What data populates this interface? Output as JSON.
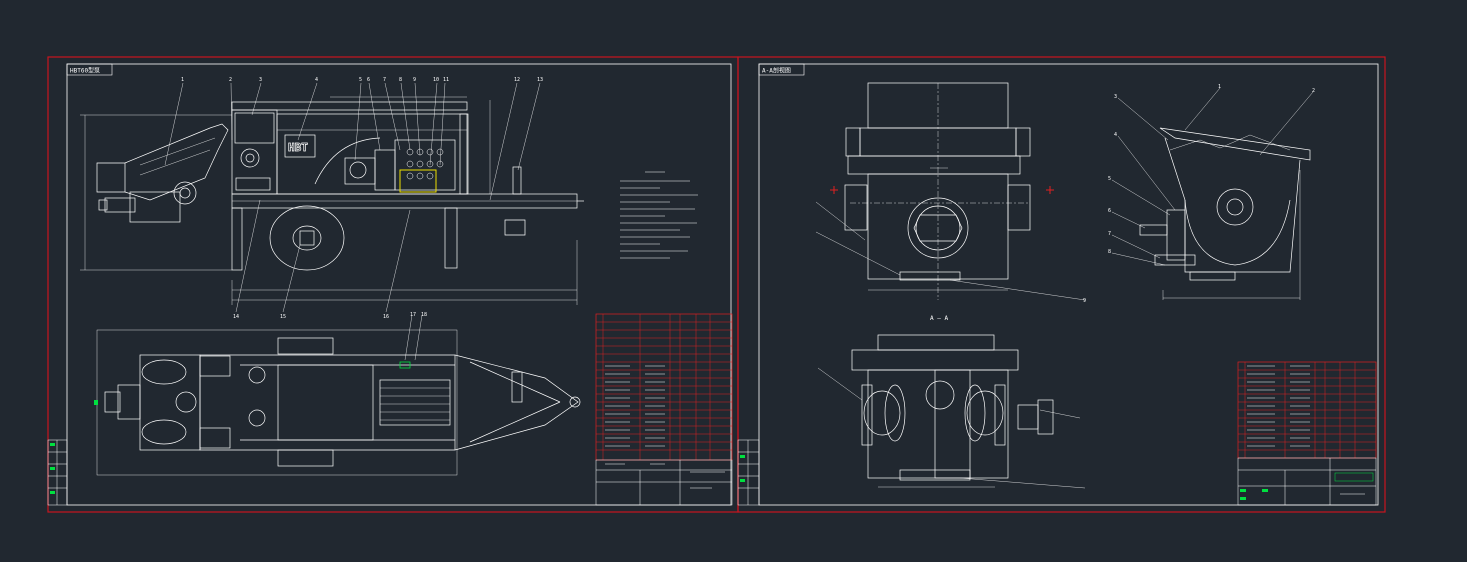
{
  "sheet_left": {
    "view_tag": "HBT60型泵",
    "logo_text": "HBT",
    "part_numbers": [
      "1",
      "2",
      "3",
      "4",
      "5",
      "6",
      "7",
      "8",
      "9",
      "10",
      "11",
      "12",
      "13"
    ],
    "lower_numbers": [
      "14",
      "15",
      "16",
      "17",
      "18"
    ]
  },
  "sheet_right": {
    "view_tag": "A-A剖视图",
    "section_label": "A — A",
    "callouts": [
      "1",
      "2",
      "3",
      "4",
      "5",
      "6",
      "7",
      "8",
      "9"
    ]
  },
  "colors": {
    "background": "#212830",
    "frame": "#c8141e",
    "line": "#ffffff",
    "highlight": "#f0e000",
    "accent_green": "#00e040",
    "table_red": "#e02020"
  }
}
